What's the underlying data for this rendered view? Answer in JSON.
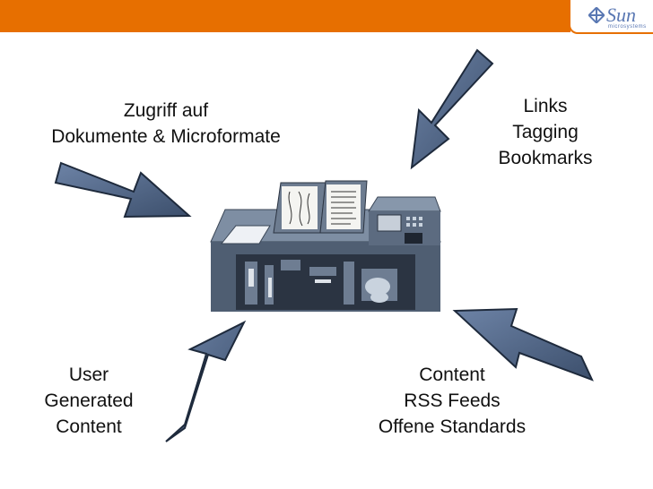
{
  "header": {
    "logo_text": "Sun",
    "logo_subtext": "microsystems",
    "bar_color": "#e76f00"
  },
  "labels": {
    "top_left": [
      "Zugriff auf",
      "Dokumente & Microformate"
    ],
    "top_right": [
      "Links",
      "Tagging",
      "Bookmarks"
    ],
    "bottom_left": [
      "User",
      "Generated",
      "Content"
    ],
    "bottom_right": [
      "Content",
      "RSS Feeds",
      "Offene Standards"
    ]
  },
  "illustration": {
    "icon": "printing-press-machine-icon"
  },
  "colors": {
    "arrow_fill": "#4a5f80",
    "arrow_stroke": "#1e2a3c",
    "machine": "#5a6b80"
  }
}
